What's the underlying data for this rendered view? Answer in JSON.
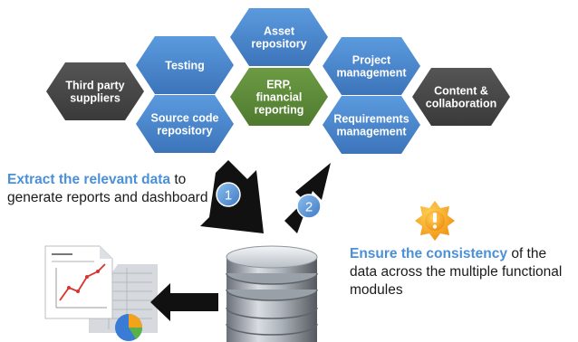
{
  "hexagons": {
    "third_party": [
      "Third party",
      "suppliers"
    ],
    "testing": [
      "Testing"
    ],
    "source_code": [
      "Source code",
      "repository"
    ],
    "asset": [
      "Asset",
      "repository"
    ],
    "erp": [
      "ERP,",
      "financial",
      "reporting"
    ],
    "project": [
      "Project",
      "management"
    ],
    "requirements": [
      "Requirements",
      "management"
    ],
    "content": [
      "Content &",
      "collaboration"
    ]
  },
  "steps": {
    "one": "1",
    "two": "2"
  },
  "extract": {
    "highlight": "Extract the relevant data",
    "rest": " to generate reports and dashboard"
  },
  "ensure": {
    "highlight": "Ensure the consistency",
    "rest": " of the data across the multiple functional modules"
  },
  "colors": {
    "blue_hex": "#4a86cc",
    "green_hex": "#5d8a3a",
    "gray_hex": "#4a4a4a",
    "highlight_text": "#4a90d9",
    "warning_orange": "#f29a18"
  }
}
